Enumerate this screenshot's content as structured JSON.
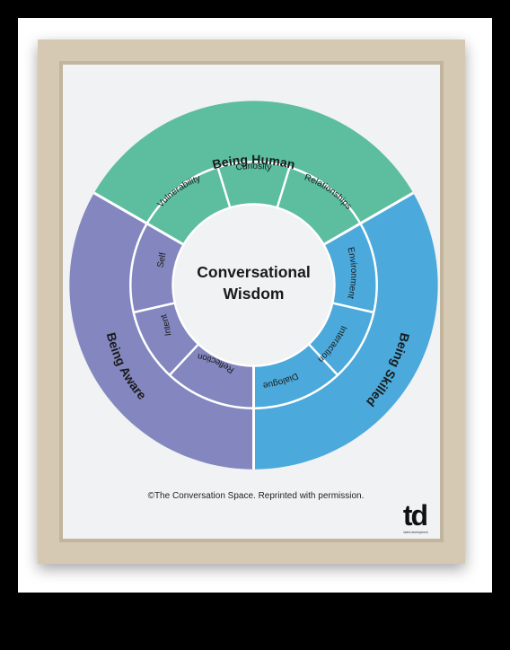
{
  "center": {
    "line1": "Conversational",
    "line2": "Wisdom"
  },
  "outer_ring": {
    "top": {
      "label": "Being Human",
      "color": "#5cbd9f"
    },
    "left": {
      "label": "Being Aware",
      "color": "#8487bf"
    },
    "right": {
      "label": "Being Skilled",
      "color": "#4ba9db"
    }
  },
  "inner_ring": {
    "top": [
      "Vulnerability",
      "Curiosity",
      "Relationships"
    ],
    "right": [
      "Environment",
      "Interaction",
      "Dialogue"
    ],
    "left": [
      "Reflection",
      "Intent",
      "Self"
    ]
  },
  "footer": {
    "credit": "©The Conversation Space. Reprinted with permission."
  },
  "logo": {
    "mark": "td",
    "tagline": "talent development"
  },
  "colors": {
    "backdrop": "#ffffff",
    "frame": "#d5c9b3",
    "poster": "#f1f2f3",
    "human": "#5cbd9f",
    "aware": "#8487bf",
    "skilled": "#4ba9db",
    "text": "#1a1a1a"
  }
}
